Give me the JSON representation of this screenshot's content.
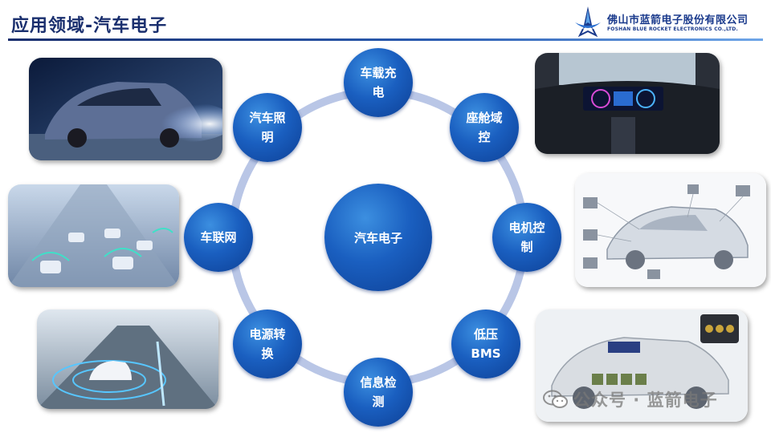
{
  "header": {
    "title": "应用领域-汽车电子",
    "company_cn": "佛山市蓝箭电子股份有限公司",
    "company_en": "FOSHAN BLUE ROCKET ELECTRONICS CO.,LTD."
  },
  "diagram": {
    "center": "汽车电子",
    "nodes": [
      {
        "id": "charging",
        "lines": [
          "车载充",
          "电"
        ]
      },
      {
        "id": "cockpit",
        "lines": [
          "座舱域",
          "控"
        ]
      },
      {
        "id": "motor",
        "lines": [
          "电机控",
          "制"
        ]
      },
      {
        "id": "bms",
        "lines": [
          "低压",
          "BMS"
        ]
      },
      {
        "id": "detection",
        "lines": [
          "信息检",
          "测"
        ]
      },
      {
        "id": "power",
        "lines": [
          "电源转",
          "换"
        ]
      },
      {
        "id": "connected",
        "lines": [
          "车联网"
        ]
      },
      {
        "id": "lighting",
        "lines": [
          "汽车照",
          "明"
        ]
      }
    ]
  },
  "watermark": {
    "text": "公众号 · 蓝箭电子"
  },
  "colors": {
    "title": "#1a2f6e",
    "brand": "#1a3a8c",
    "node": "#1a5fc0",
    "ring": "#b9c6e6"
  },
  "icons": {
    "logo": "rocket-logo-icon",
    "watermark": "wechat-icon"
  }
}
